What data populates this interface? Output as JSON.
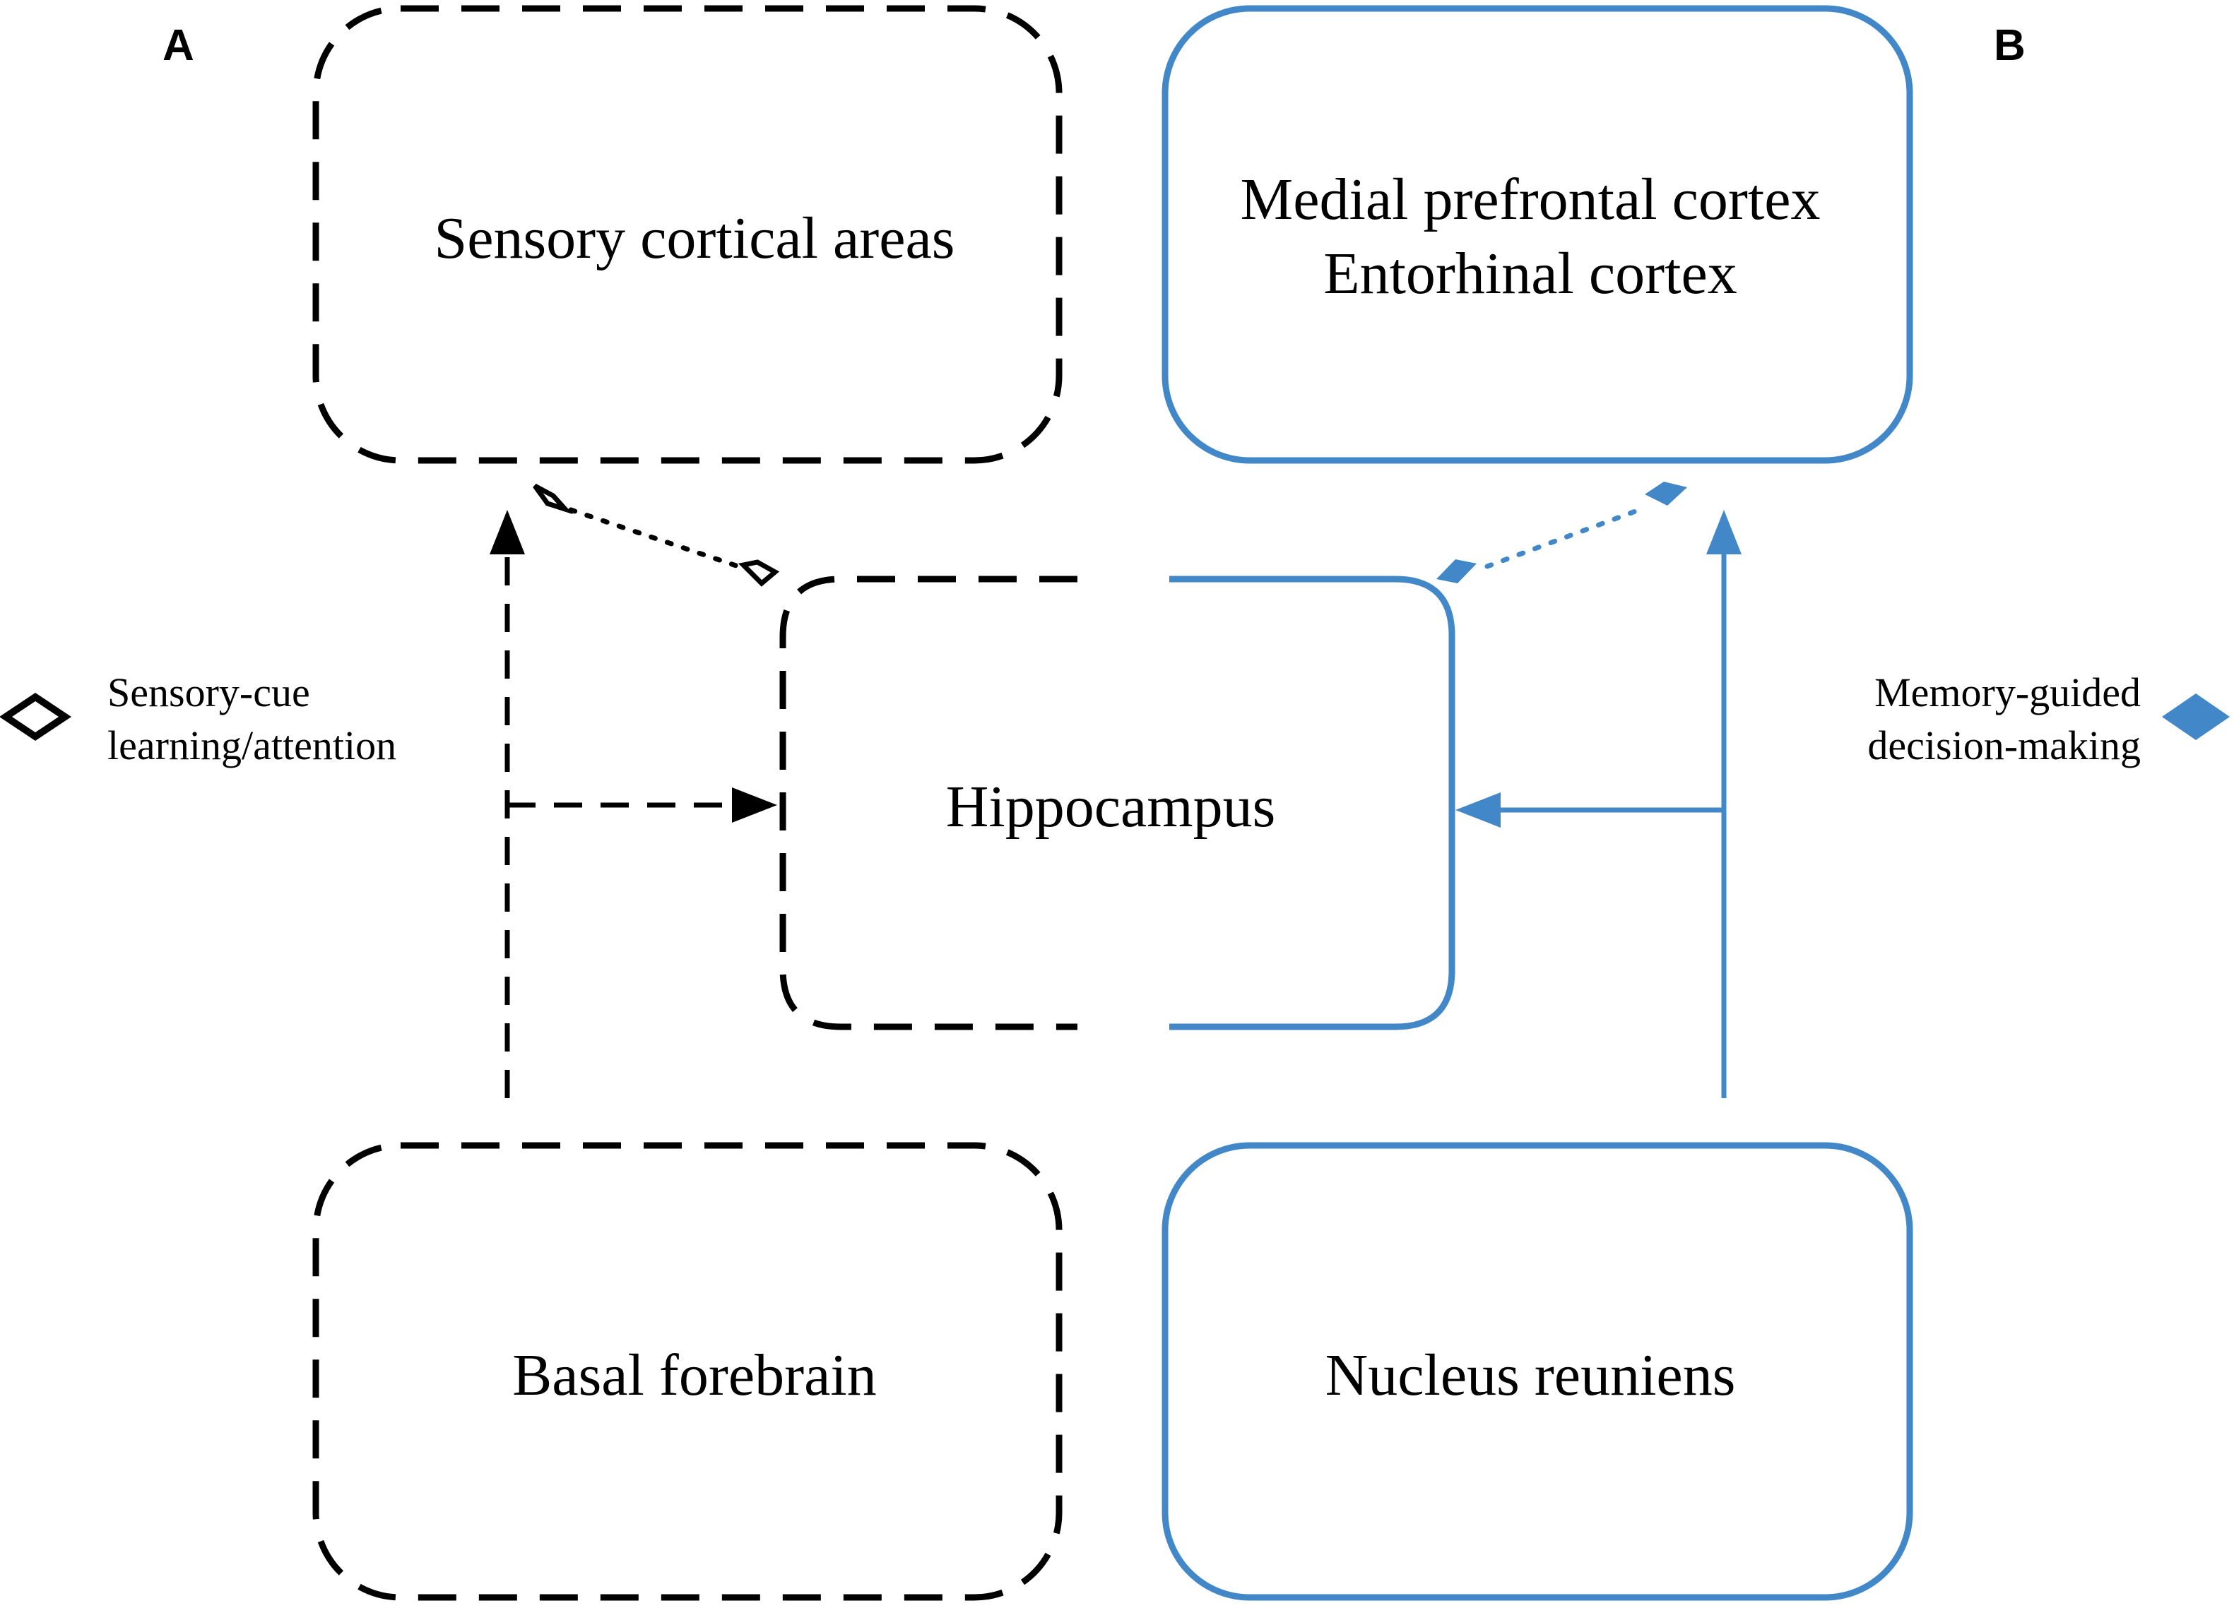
{
  "panels": {
    "a_label": "A",
    "b_label": "B"
  },
  "boxes": {
    "sensory_cortical": "Sensory cortical areas",
    "mpfc_line1": "Medial prefrontal cortex",
    "mpfc_line2": "Entorhinal cortex",
    "hippocampus": "Hippocampus",
    "basal_forebrain": "Basal forebrain",
    "nucleus_reuniens": "Nucleus reuniens"
  },
  "legend": {
    "left_line1": "Sensory-cue",
    "left_line2": "learning/attention",
    "right_line1": "Memory-guided",
    "right_line2": "decision-making"
  },
  "colors": {
    "pathway_a": "#000000",
    "pathway_b": "#4287c8"
  },
  "symbols": {
    "pathway_a_marker": "open-diamond",
    "pathway_b_marker": "filled-diamond"
  }
}
